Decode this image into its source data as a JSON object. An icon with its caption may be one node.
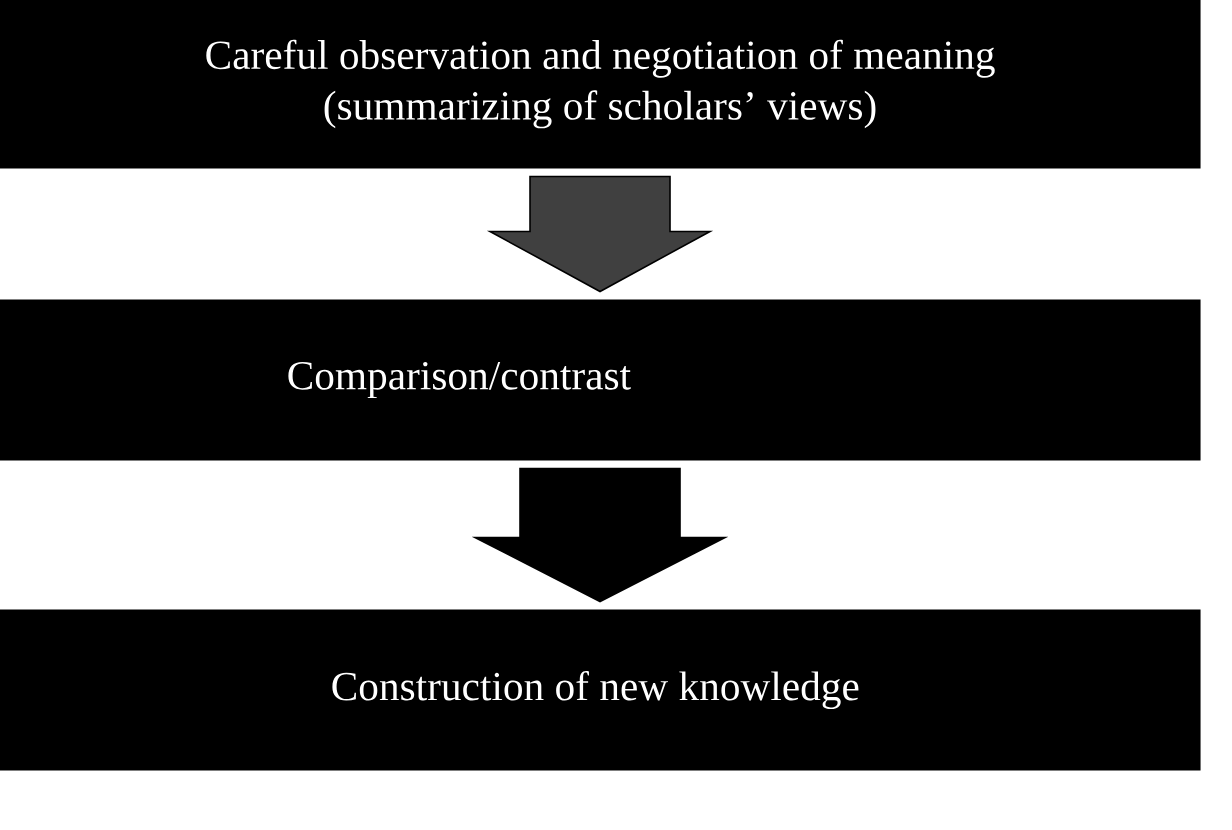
{
  "diagram": {
    "nodes": [
      {
        "text": [
          "Careful observation and negotiation of meaning (summarizing of scholars’ views)"
        ]
      },
      {
        "text": [
          "Comparison/contrast"
        ]
      },
      {
        "text": [
          "Construction of new knowledge"
        ]
      }
    ],
    "edges": [
      {
        "from": 0,
        "to": 1,
        "arrow": "to",
        "color": "#404040"
      },
      {
        "from": 1,
        "to": 2,
        "arrow": "to"
      }
    ]
  }
}
